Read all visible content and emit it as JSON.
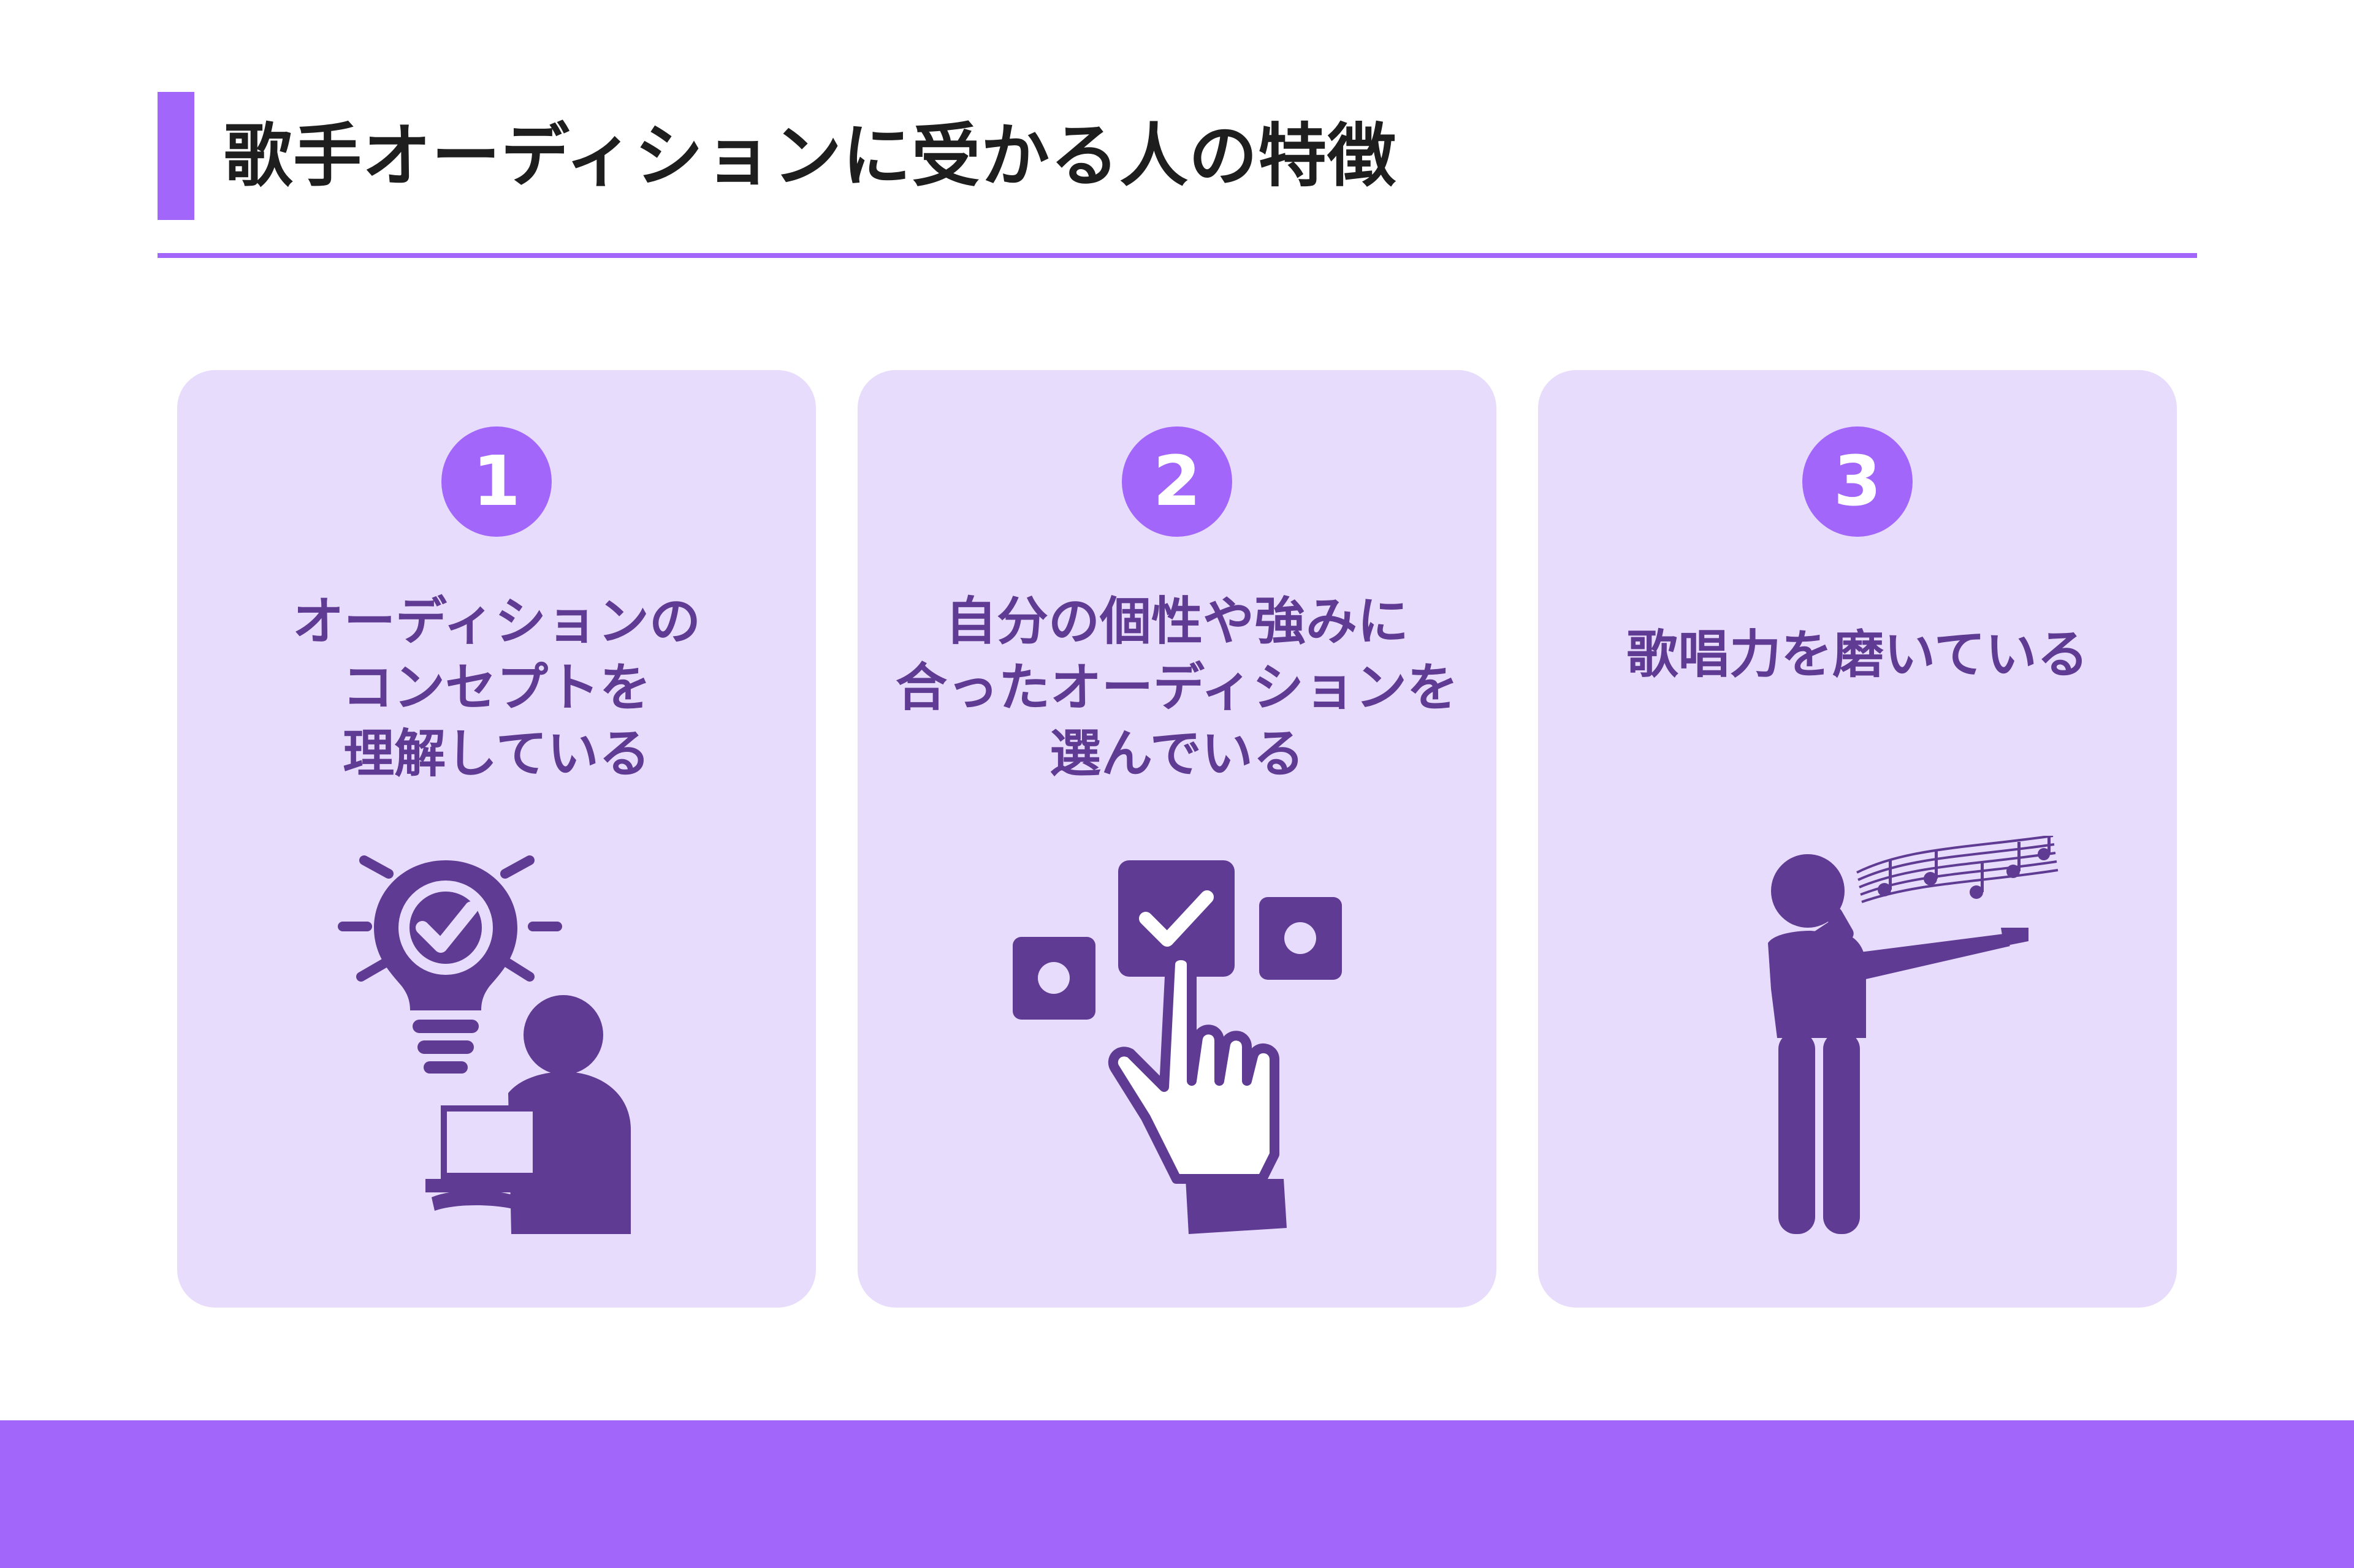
{
  "title": "歌手オーディションに受かる人の特徴",
  "colors": {
    "accent": "#a266fb",
    "card_bg": "#e7dcfb",
    "icon": "#5f3b94",
    "title_text": "#1e1e1e"
  },
  "cards": [
    {
      "number": "1",
      "text": "オーディションの\nコンセプトを\n理解している",
      "icon": "lightbulb-person-icon"
    },
    {
      "number": "2",
      "text": "自分の個性や強みに\n合ったオーディションを\n選んでいる",
      "icon": "hand-select-checkbox-icon"
    },
    {
      "number": "3",
      "text": "歌唱力を磨いている",
      "icon": "singer-music-notes-icon"
    }
  ]
}
